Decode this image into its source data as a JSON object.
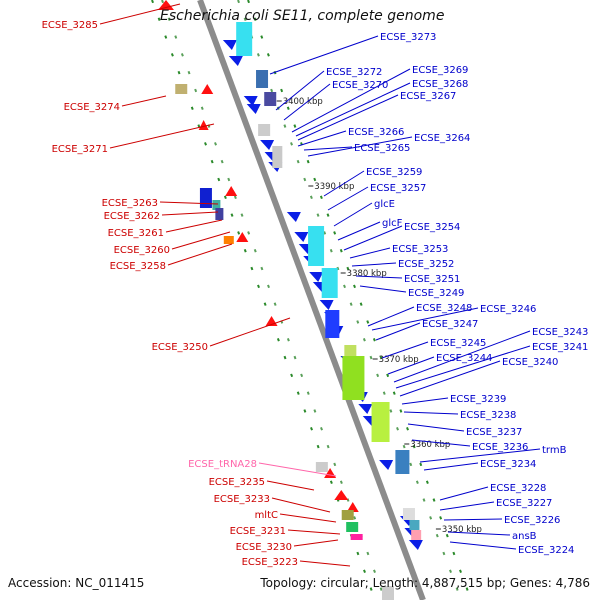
{
  "title": "Escherichia coli SE11, complete genome",
  "accession": "Accession: NC_011415",
  "topology": "Topology: circular; Length: 4,887,515 bp; Genes: 4,786",
  "colors": {
    "left_label": "#cc0000",
    "right_label": "#0000cc",
    "rna_label": "#ff66aa",
    "axis": "#8c8c8c",
    "dots": "#2a8a2a"
  },
  "ticks": [
    "3400 kbp",
    "3390 kbp",
    "3380 kbp",
    "3370 kbp",
    "3360 kbp",
    "3350 kbp"
  ],
  "left_labels": [
    {
      "text": "ECSE_3285",
      "type": "gene"
    },
    {
      "text": "ECSE_3274",
      "type": "gene"
    },
    {
      "text": "ECSE_3271",
      "type": "gene"
    },
    {
      "text": "ECSE_3263",
      "type": "gene"
    },
    {
      "text": "ECSE_3262",
      "type": "gene"
    },
    {
      "text": "ECSE_3261",
      "type": "gene"
    },
    {
      "text": "ECSE_3260",
      "type": "gene"
    },
    {
      "text": "ECSE_3258",
      "type": "gene"
    },
    {
      "text": "ECSE_3250",
      "type": "gene"
    },
    {
      "text": "ECSE_tRNA28",
      "type": "rna"
    },
    {
      "text": "ECSE_3235",
      "type": "gene"
    },
    {
      "text": "ECSE_3233",
      "type": "gene"
    },
    {
      "text": "mltC",
      "type": "gene"
    },
    {
      "text": "ECSE_3231",
      "type": "gene"
    },
    {
      "text": "ECSE_3230",
      "type": "gene"
    },
    {
      "text": "ECSE_3223",
      "type": "gene"
    }
  ],
  "right_labels": [
    "ECSE_3273",
    "ECSE_3272",
    "ECSE_3270",
    "ECSE_3269",
    "ECSE_3268",
    "ECSE_3267",
    "ECSE_3266",
    "ECSE_3265",
    "ECSE_3264",
    "ECSE_3259",
    "ECSE_3257",
    "glcE",
    "glcF",
    "ECSE_3254",
    "ECSE_3253",
    "ECSE_3252",
    "ECSE_3251",
    "ECSE_3249",
    "ECSE_3248",
    "ECSE_3246",
    "ECSE_3247",
    "ECSE_3245",
    "ECSE_3244",
    "ECSE_3243",
    "ECSE_3241",
    "ECSE_3240",
    "ECSE_3239",
    "ECSE_3238",
    "ECSE_3237",
    "ECSE_3236",
    "trmB",
    "ECSE_3234",
    "ECSE_3228",
    "ECSE_3227",
    "ECSE_3226",
    "ansB",
    "ECSE_3224"
  ]
}
